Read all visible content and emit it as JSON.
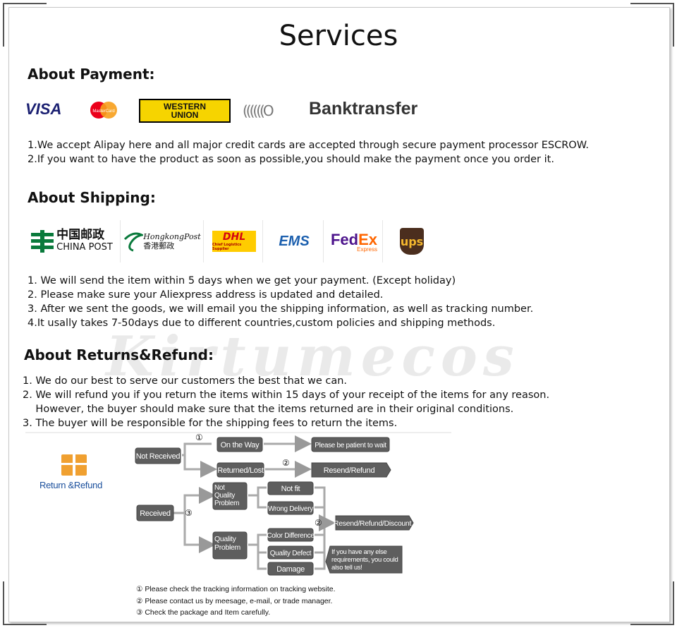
{
  "title": "Services",
  "watermark": "Kirtumecos",
  "payment": {
    "heading": "About Payment:",
    "logos": {
      "visa": "VISA",
      "mastercard": "MasterCard",
      "western_union": [
        "WESTERN",
        "UNION"
      ],
      "nfc": "((((((O",
      "banktransfer": "Banktransfer"
    },
    "lines": [
      "1.We accept Alipay here and all major credit cards are accepted through secure payment processor ESCROW.",
      "2.If you want to have the product as soon as possible,you should make the payment once you order it."
    ]
  },
  "shipping": {
    "heading": "About Shipping:",
    "logos": {
      "chinapost_cn": "中国邮政",
      "chinapost_en": "CHINA POST",
      "hkpost_en": "HongkongPost",
      "hkpost_cn": "香港郵政",
      "dhl": "DHL",
      "dhl_sub": "Chief Logistics Supplier",
      "ems": "EMS",
      "fedex_fed": "Fed",
      "fedex_ex": "Ex",
      "fedex_sub": "Express",
      "ups": "ups"
    },
    "lines": [
      "1. We will send the item within 5 days when we get your payment. (Except holiday)",
      "2. Please make sure your Aliexpress address is updated and detailed.",
      "3. After we sent the goods, we will email you the shipping information, as well as tracking number.",
      "4.It usally takes 7-50days due to different countries,custom policies and shipping methods."
    ]
  },
  "returns": {
    "heading": "About Returns&Refund:",
    "lines": [
      "1. We do our best to serve our customers the best that we can.",
      "2. We will refund you if you return the items within 15 days of your receipt of the items for any reason.",
      "    However, the buyer should make sure that the items returned are in their original conditions.",
      "3. The buyer will be responsible for the shipping fees to return the items."
    ]
  },
  "flow": {
    "icon_label": "Return &Refund",
    "not_received": "Not Received",
    "on_the_way": "On the Way",
    "be_patient": "Please be patient to wait",
    "returned_lost": "Returned/Lost",
    "resend_refund": "Resend/Refund",
    "received": "Received",
    "not_quality": "Not Quality Problem",
    "quality": "Quality Problem",
    "not_fit": "Not fit",
    "wrong_delivery": "Wrong Delivery",
    "color_difference": "Color Difference",
    "quality_defect": "Quality Defect",
    "damage": "Damage",
    "resend_refund_discount": "Resend/Refund/Discount",
    "other_req": "If you have any else requirements, you could also tell us!",
    "n1": "①",
    "n2": "②",
    "n3": "③",
    "notes": [
      "① Please check the tracking information on tracking website.",
      "② Please contact us by meesage, e-mail, or trade manager.",
      "③ Check the package and Item carefully."
    ]
  }
}
